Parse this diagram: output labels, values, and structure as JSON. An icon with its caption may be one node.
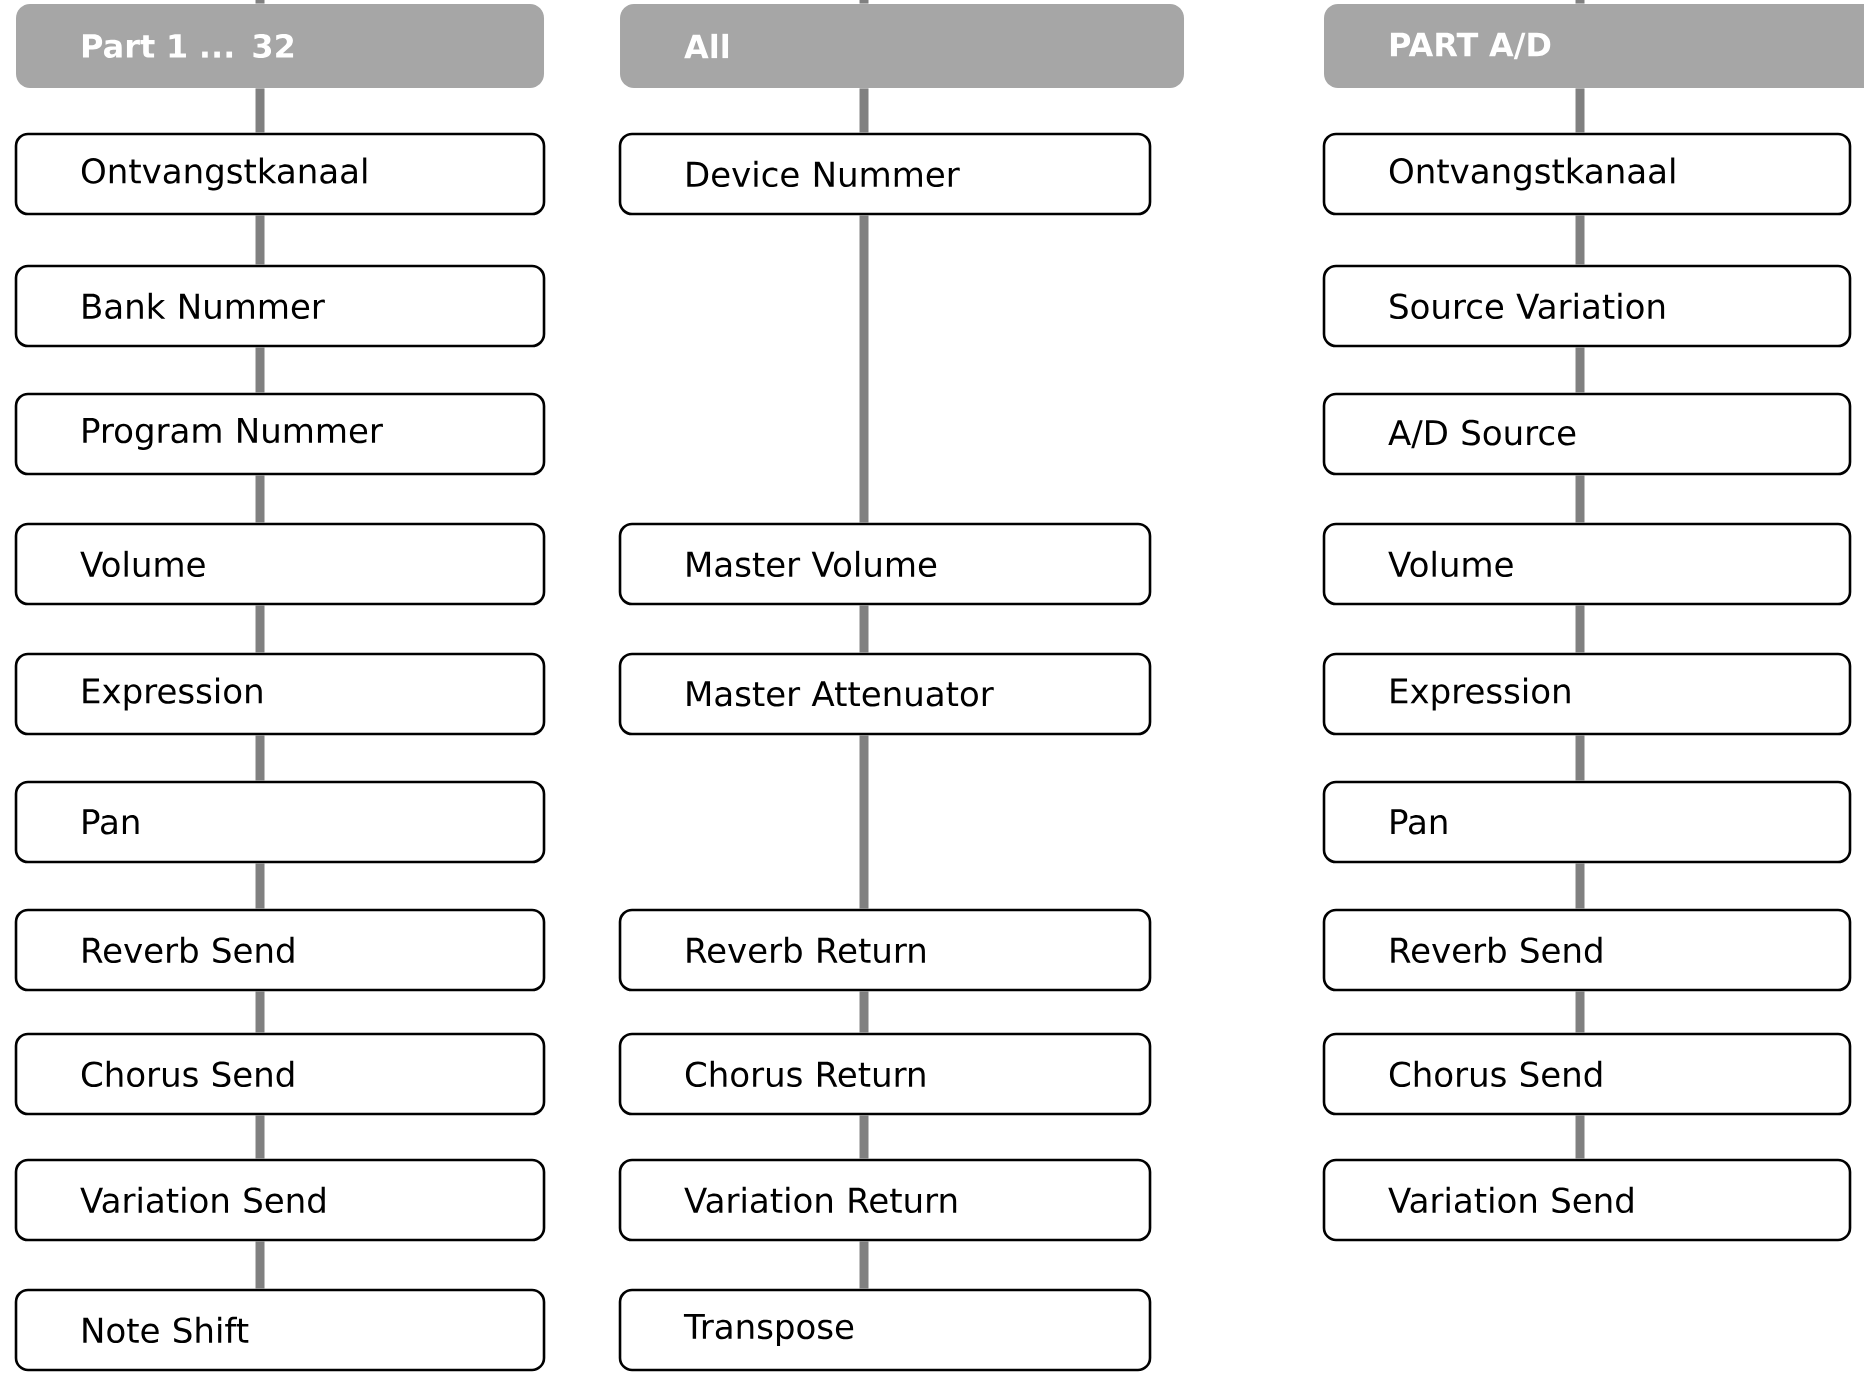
{
  "diagram": {
    "nodes": [
      {
        "text": [
          "Part 1 ... 32"
        ]
      },
      {
        "text": [
          "Ontvangstkanaal"
        ]
      },
      {
        "text": [
          "Bank Nummer"
        ]
      },
      {
        "text": [
          "Program Nummer"
        ]
      },
      {
        "text": [
          "Volume"
        ]
      },
      {
        "text": [
          "Expression"
        ]
      },
      {
        "text": [
          "Pan"
        ]
      },
      {
        "text": [
          "Reverb Send"
        ]
      },
      {
        "text": [
          "Chorus Send"
        ]
      },
      {
        "text": [
          "Variation Send"
        ]
      },
      {
        "text": [
          "Note Shift"
        ]
      },
      {
        "text": [
          "All"
        ]
      },
      {
        "text": [
          "Device Nummer"
        ]
      },
      {
        "text": [
          "Master Volume"
        ]
      },
      {
        "text": [
          "Master Attenuator"
        ]
      },
      {
        "text": [
          "Reverb Return"
        ]
      },
      {
        "text": [
          "Chorus Return"
        ]
      },
      {
        "text": [
          "Variation Return"
        ]
      },
      {
        "text": [
          "Transpose"
        ]
      },
      {
        "text": [
          "PART A/D"
        ]
      },
      {
        "text": [
          "Ontvangstkanaal"
        ]
      },
      {
        "text": [
          "Source Variation"
        ]
      },
      {
        "text": [
          "A/D Source"
        ]
      },
      {
        "text": [
          "Volume"
        ]
      },
      {
        "text": [
          "Expression"
        ]
      },
      {
        "text": [
          "Pan"
        ]
      },
      {
        "text": [
          "Reverb Send"
        ]
      },
      {
        "text": [
          "Chorus Send"
        ]
      },
      {
        "text": [
          "Variation Send"
        ]
      }
    ],
    "edges": [
      {
        "from": null,
        "to": 0,
        "arrow": "none"
      },
      {
        "from": 0,
        "to": 1,
        "arrow": "none"
      },
      {
        "from": 1,
        "to": 2,
        "arrow": "none"
      },
      {
        "from": 2,
        "to": 3,
        "arrow": "none"
      },
      {
        "from": 3,
        "to": 4,
        "arrow": "none"
      },
      {
        "from": 4,
        "to": 5,
        "arrow": "none"
      },
      {
        "from": 5,
        "to": 6,
        "arrow": "none"
      },
      {
        "from": 6,
        "to": 7,
        "arrow": "none"
      },
      {
        "from": 7,
        "to": 8,
        "arrow": "none"
      },
      {
        "from": 8,
        "to": 9,
        "arrow": "none"
      },
      {
        "from": 9,
        "to": 10,
        "arrow": "none"
      },
      {
        "from": null,
        "to": 11,
        "arrow": "none"
      },
      {
        "from": 11,
        "to": 12,
        "arrow": "none"
      },
      {
        "from": 12,
        "to": 13,
        "arrow": "none"
      },
      {
        "from": 13,
        "to": 14,
        "arrow": "none"
      },
      {
        "from": 14,
        "to": 15,
        "arrow": "none"
      },
      {
        "from": 15,
        "to": 16,
        "arrow": "none"
      },
      {
        "from": 16,
        "to": 17,
        "arrow": "none"
      },
      {
        "from": 17,
        "to": 18,
        "arrow": "none"
      },
      {
        "from": null,
        "to": 19,
        "arrow": "none"
      },
      {
        "from": 19,
        "to": 20,
        "arrow": "none"
      },
      {
        "from": 20,
        "to": 21,
        "arrow": "none"
      },
      {
        "from": 21,
        "to": 22,
        "arrow": "none"
      },
      {
        "from": 22,
        "to": 23,
        "arrow": "none"
      },
      {
        "from": 23,
        "to": 24,
        "arrow": "none"
      },
      {
        "from": 24,
        "to": 25,
        "arrow": "none"
      },
      {
        "from": 25,
        "to": 26,
        "arrow": "none"
      },
      {
        "from": 26,
        "to": 27,
        "arrow": "none"
      },
      {
        "from": 27,
        "to": 28,
        "arrow": "none"
      }
    ]
  }
}
